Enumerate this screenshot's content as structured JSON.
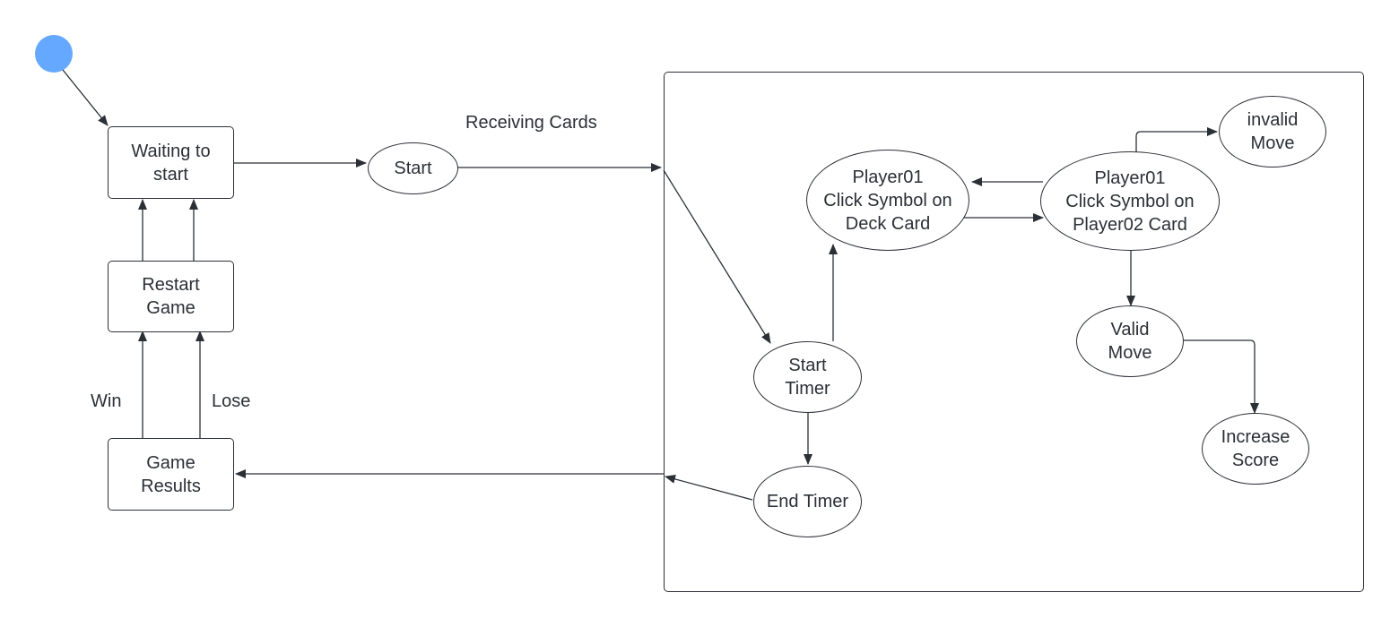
{
  "diagram": {
    "nodes": {
      "waiting": "Waiting to\nstart",
      "start": "Start",
      "restart": "Restart\nGame",
      "results": "Game\nResults",
      "start_timer": "Start\nTimer",
      "end_timer": "End Timer",
      "p1_deck": "Player01\nClick Symbol on\nDeck Card",
      "p1_p2card": "Player01\nClick Symbol on\nPlayer02 Card",
      "invalid": "invalid\nMove",
      "valid": "Valid\nMove",
      "increase": "Increase\nScore"
    },
    "edge_labels": {
      "receiving": "Receiving Cards",
      "win": "Win",
      "lose": "Lose"
    },
    "colors": {
      "initial_state": "#64a9ff",
      "stroke": "#2b2f36"
    }
  }
}
